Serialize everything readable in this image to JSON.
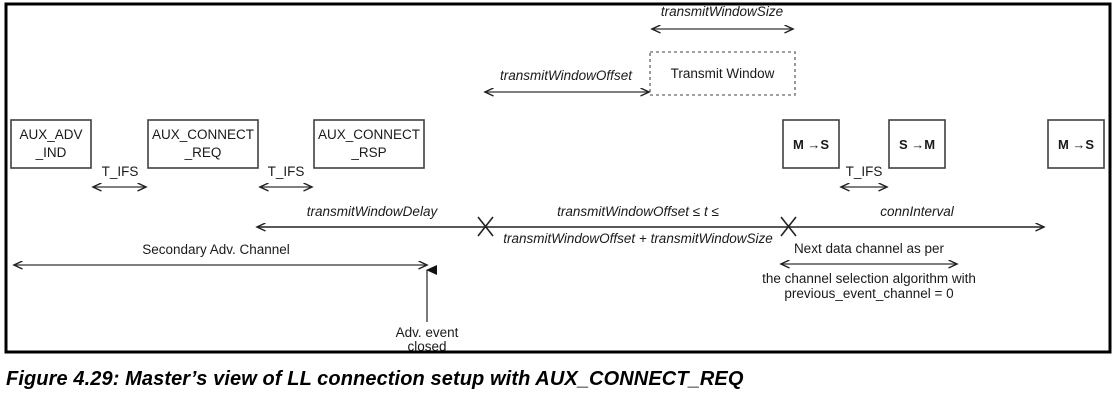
{
  "figure": {
    "caption": "Figure 4.29:  Master’s view of LL connection setup with AUX_CONNECT_REQ"
  },
  "packets": [
    {
      "id": "aux-adv-ind",
      "line1": "AUX_ADV",
      "line2": "_IND"
    },
    {
      "id": "aux-connect-req",
      "line1": "AUX_CONNECT",
      "line2": "_REQ"
    },
    {
      "id": "aux-connect-rsp",
      "line1": "AUX_CONNECT",
      "line2": "_RSP"
    },
    {
      "id": "master-to-slave-1",
      "line1": "M →S",
      "line2": ""
    },
    {
      "id": "slave-to-master",
      "line1": "S →M",
      "line2": ""
    },
    {
      "id": "master-to-slave-2",
      "line1": "M →S",
      "line2": ""
    }
  ],
  "intervals": {
    "t_ifs_1": "T_IFS",
    "t_ifs_2": "T_IFS",
    "t_ifs_3": "T_IFS",
    "transmit_window_size": "transmitWindowSize",
    "transmit_window_offset": "transmitWindowOffset",
    "transmit_window_delay": "transmitWindowDelay",
    "conn_interval": "connInterval",
    "window_range_line1": "transmitWindowOffset ≤ t ≤",
    "window_range_line2": "transmitWindowOffset + transmitWindowSize",
    "secondary_adv_channel": "Secondary Adv. Channel"
  },
  "transmit_window": {
    "label": "Transmit Window"
  },
  "annotations": {
    "adv_event_closed_line1": "Adv. event",
    "adv_event_closed_line2": "closed",
    "next_channel_line1": "Next data channel as per",
    "next_channel_line2": "the channel selection algorithm with",
    "next_channel_line3": "previous_event_channel = 0"
  },
  "colors": {
    "stroke": "#222222",
    "box_border": "#404040",
    "dashed_border": "#808080",
    "frame": "#000000",
    "text": "#1a1a1a",
    "background": "#ffffff"
  }
}
